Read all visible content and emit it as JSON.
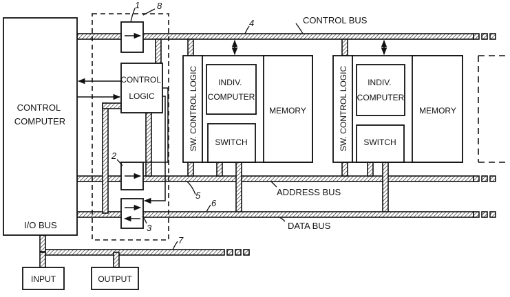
{
  "blocks": {
    "control_computer": [
      "CONTROL",
      "COMPUTER"
    ],
    "io_bus": "I/O BUS",
    "control_logic": [
      "CONTROL",
      "LOGIC"
    ],
    "sw_control_logic": "SW. CONTROL LOGIC",
    "indiv_computer": [
      "INDIV.",
      "COMPUTER"
    ],
    "memory": "MEMORY",
    "switch": "SWITCH",
    "input": "INPUT",
    "output": "OUTPUT"
  },
  "buses": {
    "control": "CONTROL  BUS",
    "address": "ADDRESS  BUS",
    "data": "DATA  BUS"
  },
  "refs": {
    "r1": "1",
    "r2": "2",
    "r3": "3",
    "r4": "4",
    "r5": "5",
    "r6": "6",
    "r7": "7",
    "r8": "8"
  }
}
